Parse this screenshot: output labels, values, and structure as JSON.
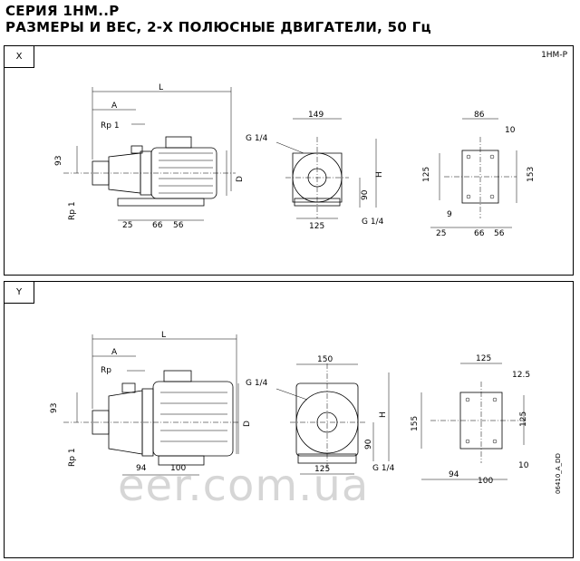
{
  "header": {
    "line1": "СЕРИЯ 1HM..P",
    "line2": "РАЗМЕРЫ И ВЕС, 2-Х ПОЛЮСНЫЕ ДВИГАТЕЛИ, 50 Гц"
  },
  "panel_x": {
    "tag": "X",
    "model": "1HM-P",
    "dims": {
      "L": "L",
      "A": "A",
      "Rp1": "Rp 1",
      "Rp1_left": "Rp 1",
      "d93": "93",
      "D": "D",
      "d25": "25",
      "d66": "66",
      "d56": "56",
      "d149": "149",
      "g14_top": "G 1/4",
      "g14_bottom": "G 1/4",
      "H": "H",
      "d90": "90",
      "d125": "125",
      "d86": "86",
      "d10": "10",
      "d125v": "125",
      "d153": "153",
      "d9": "9",
      "d25b": "25",
      "d66b": "66",
      "d56b": "56"
    }
  },
  "panel_y": {
    "tag": "Y",
    "dims": {
      "L": "L",
      "A": "A",
      "Rp": "Rp",
      "Rp1_left": "Rp 1",
      "d93": "93",
      "D": "D",
      "d94": "94",
      "d100": "100",
      "d150": "150",
      "g14_top": "G 1/4",
      "g14_bottom": "G 1/4",
      "H": "H",
      "d90": "90",
      "d125": "125",
      "d125top": "125",
      "d12_5": "12.5",
      "d155": "155",
      "d125v": "125",
      "d94b": "94",
      "d100b": "100",
      "d10": "10"
    }
  },
  "watermark": "eer.com.ua",
  "drawing_code": "06410_A_DD"
}
